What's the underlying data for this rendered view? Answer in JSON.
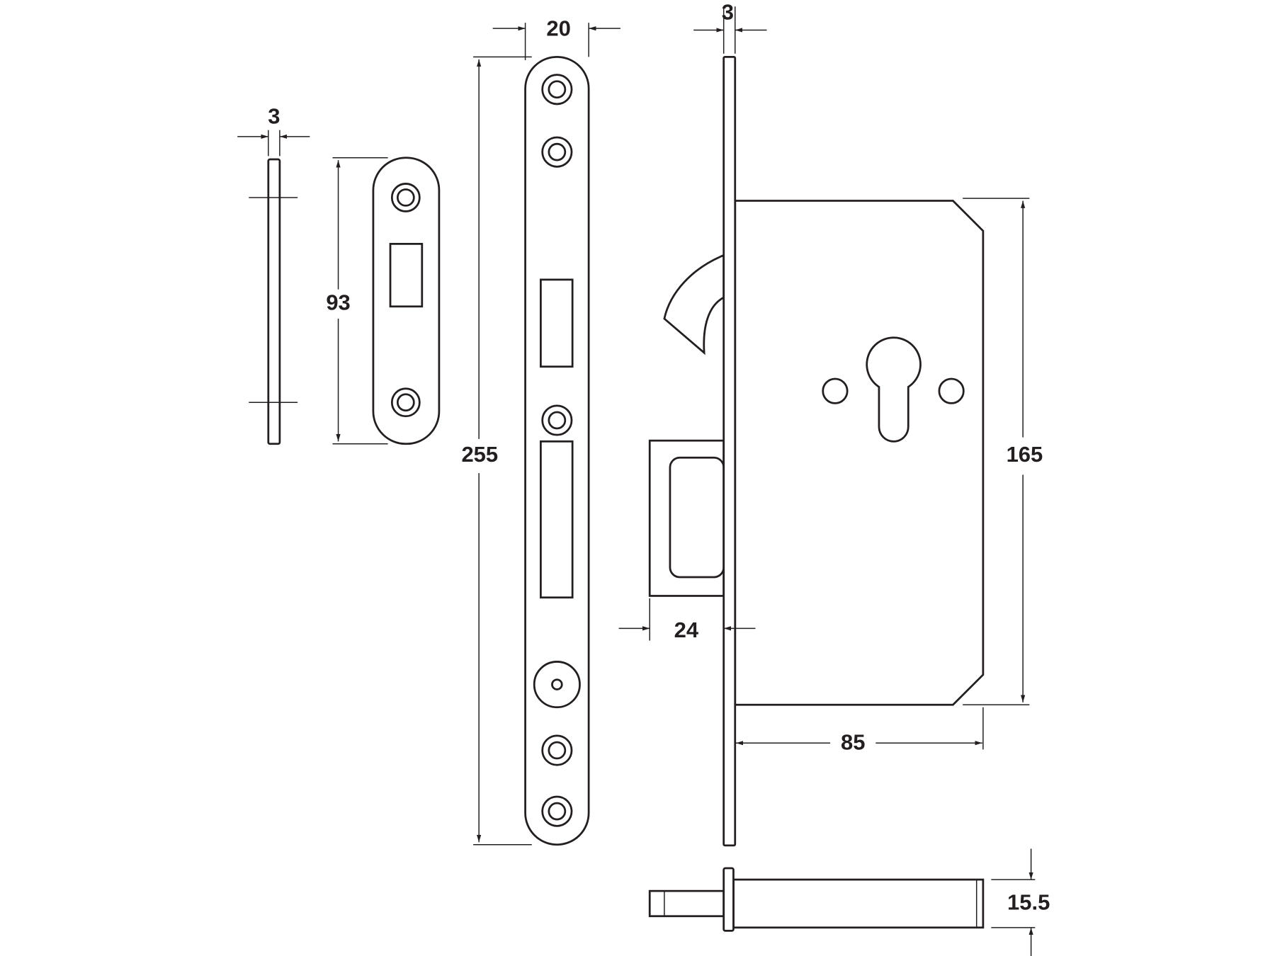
{
  "dimensions": {
    "keep_plate_thickness": "3",
    "strike_plate_height": "93",
    "forend_length": "255",
    "forend_width": "20",
    "faceplate_thickness": "3",
    "backset_latch": "24",
    "case_height": "165",
    "case_depth": "85",
    "spindle_size": "15.5"
  },
  "colors": {
    "line": "#231f20",
    "background": "#ffffff"
  }
}
